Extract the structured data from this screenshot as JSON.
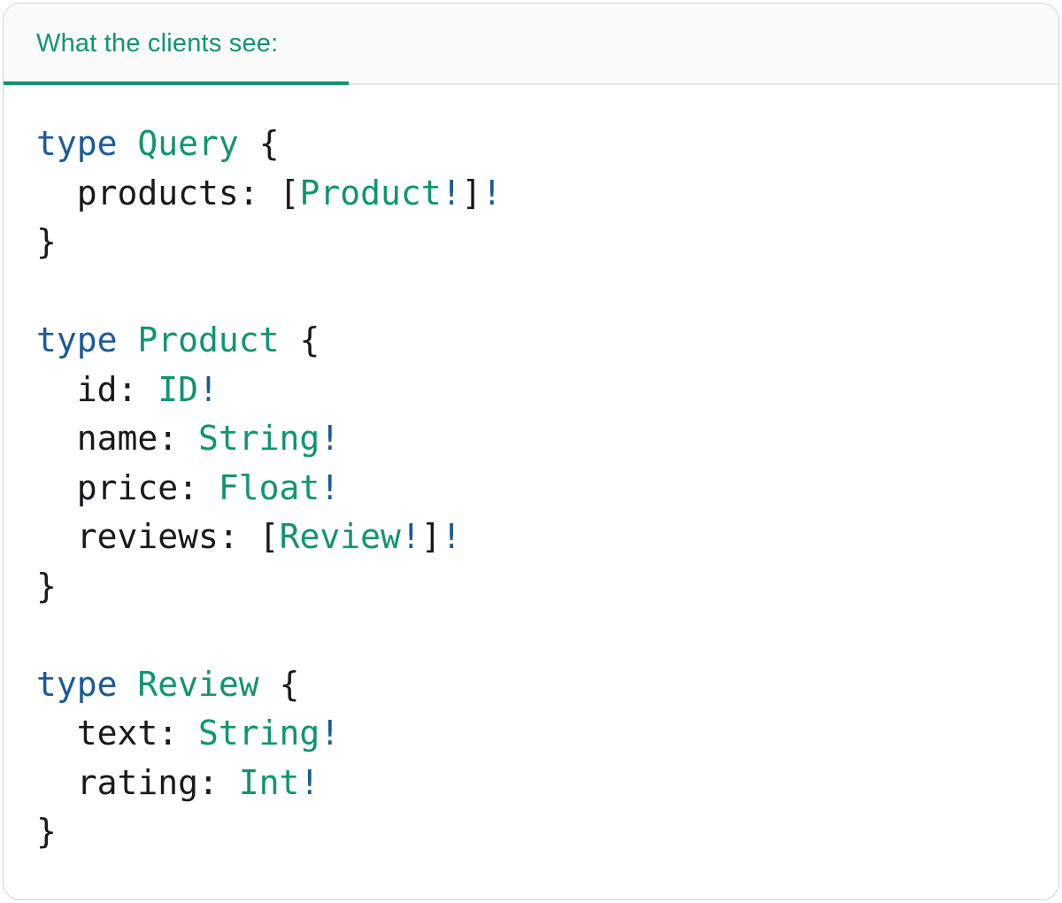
{
  "card": {
    "tab_label": "What the clients see:",
    "colors": {
      "accent_green": "#0f9571",
      "keyword_blue": "#1a5a99",
      "code_text": "#17191d",
      "card_border": "#c3ddc9",
      "header_divider": "#e5e5e5",
      "header_background": "#fbfbfb"
    }
  },
  "code": {
    "language": "graphql",
    "lines": [
      [
        [
          "type",
          "keyword"
        ],
        [
          " ",
          "plain"
        ],
        [
          "Query",
          "type"
        ],
        [
          " ",
          "plain"
        ],
        [
          "{",
          "plain"
        ]
      ],
      [
        [
          "  products: ",
          "plain"
        ],
        [
          "[",
          "plain"
        ],
        [
          "Product",
          "type"
        ],
        [
          "!",
          "bang"
        ],
        [
          "]",
          "plain"
        ],
        [
          "!",
          "bang"
        ]
      ],
      [
        [
          "}",
          "plain"
        ]
      ],
      [],
      [
        [
          "type",
          "keyword"
        ],
        [
          " ",
          "plain"
        ],
        [
          "Product",
          "type"
        ],
        [
          " ",
          "plain"
        ],
        [
          "{",
          "plain"
        ]
      ],
      [
        [
          "  id: ",
          "plain"
        ],
        [
          "ID",
          "type"
        ],
        [
          "!",
          "bang"
        ]
      ],
      [
        [
          "  name: ",
          "plain"
        ],
        [
          "String",
          "type"
        ],
        [
          "!",
          "bang"
        ]
      ],
      [
        [
          "  price: ",
          "plain"
        ],
        [
          "Float",
          "type"
        ],
        [
          "!",
          "bang"
        ]
      ],
      [
        [
          "  reviews: ",
          "plain"
        ],
        [
          "[",
          "plain"
        ],
        [
          "Review",
          "type"
        ],
        [
          "!",
          "bang"
        ],
        [
          "]",
          "plain"
        ],
        [
          "!",
          "bang"
        ]
      ],
      [
        [
          "}",
          "plain"
        ]
      ],
      [],
      [
        [
          "type",
          "keyword"
        ],
        [
          " ",
          "plain"
        ],
        [
          "Review",
          "type"
        ],
        [
          " ",
          "plain"
        ],
        [
          "{",
          "plain"
        ]
      ],
      [
        [
          "  text: ",
          "plain"
        ],
        [
          "String",
          "type"
        ],
        [
          "!",
          "bang"
        ]
      ],
      [
        [
          "  rating: ",
          "plain"
        ],
        [
          "Int",
          "type"
        ],
        [
          "!",
          "bang"
        ]
      ],
      [
        [
          "}",
          "plain"
        ]
      ]
    ]
  }
}
